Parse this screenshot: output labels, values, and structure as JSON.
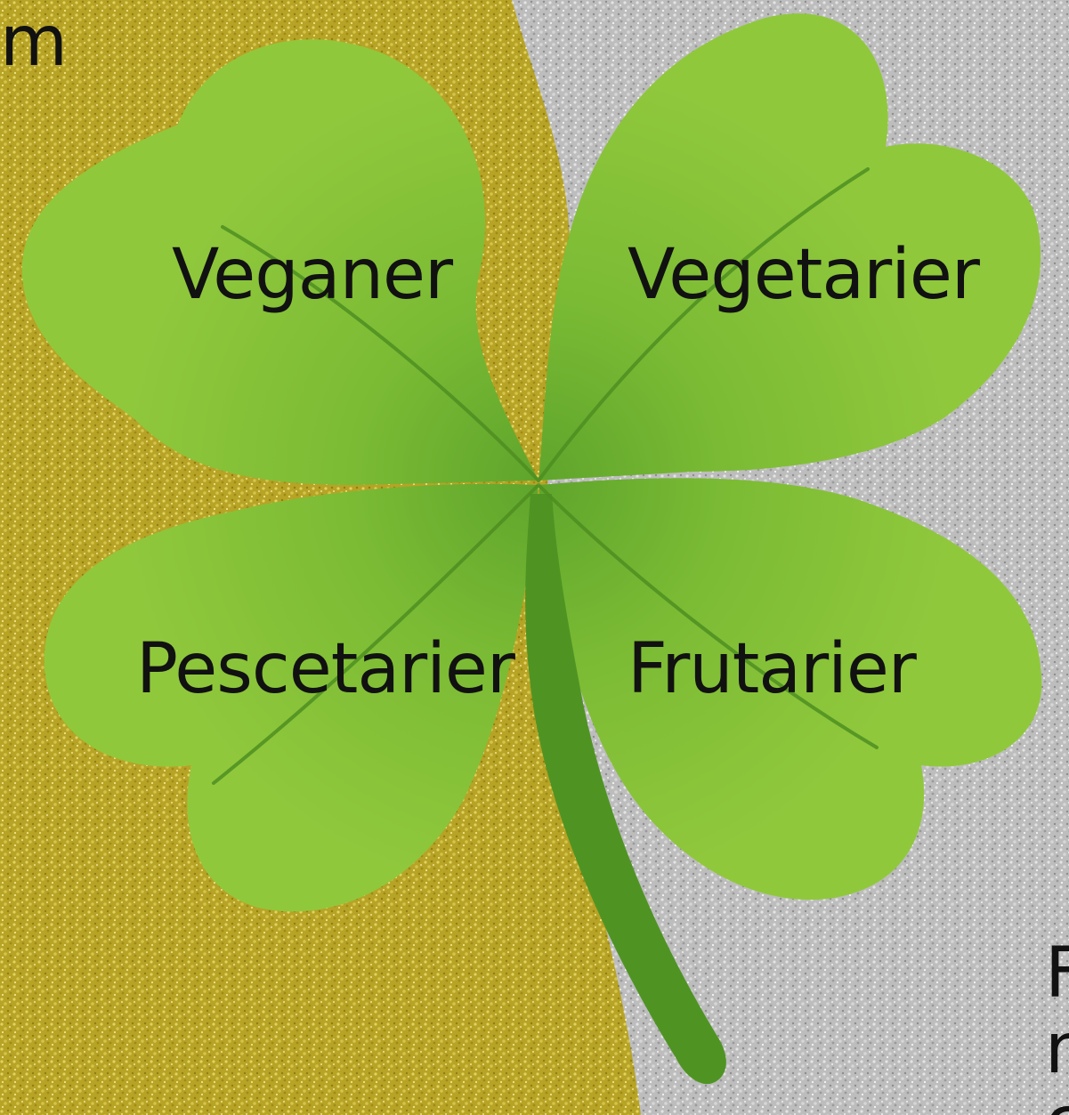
{
  "leaves": {
    "top_left": "Veganer",
    "top_right": "Vegetarier",
    "bottom_left": "Pescetarier",
    "bottom_right": "Frutarier"
  },
  "edge_text": {
    "top_left_fragment": "m",
    "bottom_right_line1": "F",
    "bottom_right_line2": "n",
    "bottom_right_line3": "c"
  },
  "colors": {
    "gold_glitter": "#b8a526",
    "silver_glitter": "#bcbcbc",
    "leaf_light": "#8cc63a",
    "leaf_dark": "#5a9d28",
    "stem": "#4f9423",
    "vein": "#4e8e21"
  }
}
